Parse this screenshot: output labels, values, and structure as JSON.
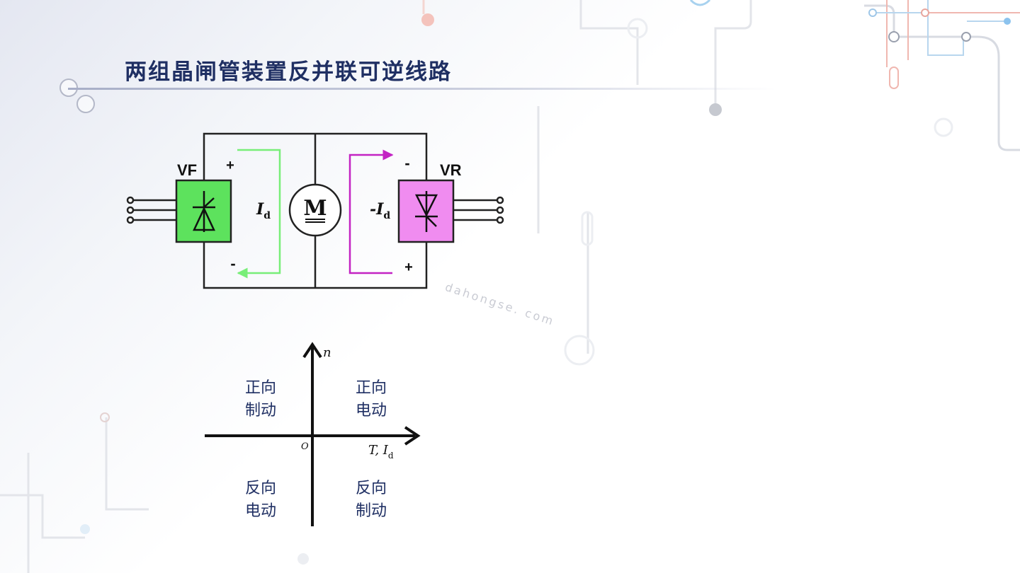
{
  "slide": {
    "title": "两组晶闸管装置反并联可逆线路",
    "watermark": "dahongse. com"
  },
  "circuit": {
    "vf_label": "VF",
    "vr_label": "VR",
    "vf_plus": "+",
    "vf_minus": "-",
    "vr_minus": "-",
    "vr_plus": "+",
    "motor_label": "M",
    "current_forward": {
      "main": "I",
      "sub": "d"
    },
    "current_reverse": {
      "main": "-I",
      "sub": "d"
    },
    "colors": {
      "vf_fill": "#5de25d",
      "vr_fill": "#f08cf0",
      "forward_arrow": "#78ee78",
      "reverse_arrow": "#c323c3",
      "wire": "#222222"
    }
  },
  "quadrant_chart": {
    "y_axis_label": "n",
    "x_axis_label": {
      "main": "T, I",
      "sub": "d"
    },
    "origin_label": "O",
    "quadrants": {
      "top_left": [
        "正向",
        "制动"
      ],
      "top_right": [
        "正向",
        "电动"
      ],
      "bottom_left": [
        "反向",
        "电动"
      ],
      "bottom_right": [
        "反向",
        "制动"
      ]
    },
    "text_color": "#1f2f63"
  }
}
